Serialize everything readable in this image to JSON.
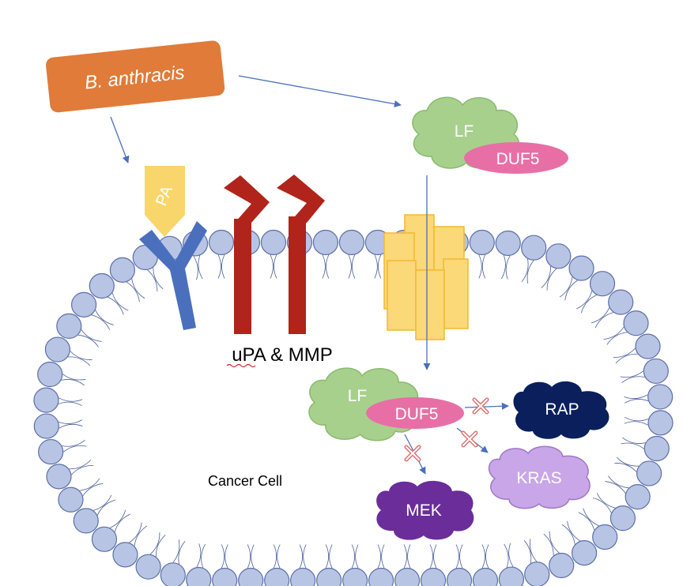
{
  "labels": {
    "organism": "B. anthracis",
    "pa": "PA",
    "lf_top": "LF",
    "duf5_top": "DUF5",
    "receptors": "uPA & MMP",
    "lf_inner": "LF",
    "duf5_inner": "DUF5",
    "rap": "RAP",
    "kras": "KRAS",
    "mek": "MEK",
    "cell": "Cancer Cell"
  },
  "colors": {
    "organism_box": "#e07b39",
    "pa": "#f9d66b",
    "receptor_y": "#4a6fbd",
    "upa_mmp": "#b0241b",
    "pore": "#fbd878",
    "lf": "#a8d08d",
    "duf5": "#e76fa5",
    "rap": "#0a1f5c",
    "kras": "#c9a6e8",
    "mek": "#6a2d9a",
    "membrane_head": "#b7c4e4",
    "membrane_edge": "#5d6fa8",
    "arrow": "#4a6fbd",
    "block_x": "#e07070"
  }
}
